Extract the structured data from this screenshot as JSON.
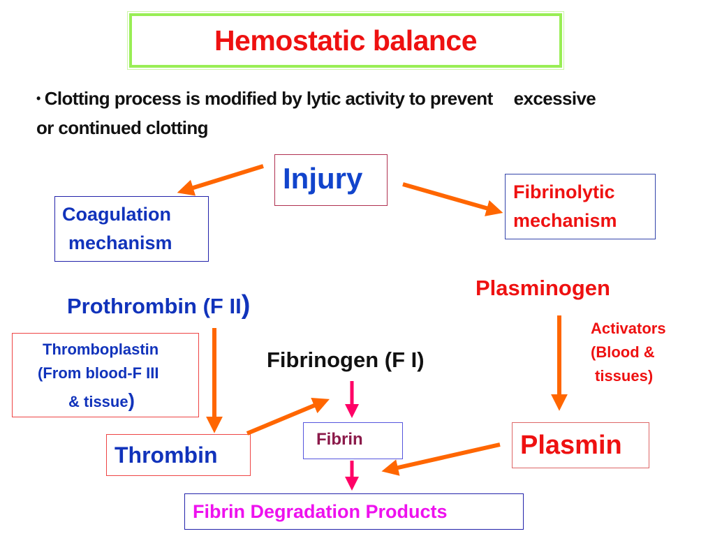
{
  "title": "Hemostatic balance",
  "intro": {
    "bullet": "•",
    "line1_a": "Clotting process is modified by lytic activity to prevent",
    "line1_b": "excessive",
    "line2": "or continued clotting"
  },
  "nodes": {
    "injury": "Injury",
    "coagulation_line1": "Coagulation",
    "coagulation_line2": "mechanism",
    "fibrinolytic_line1": "Fibrinolytic",
    "fibrinolytic_line2": "mechanism",
    "prothrombin": "Prothrombin (F II",
    "prothrombin_paren": ")",
    "thromboplastin_line1": "Thromboplastin",
    "thromboplastin_line2": "(From blood-F III",
    "thromboplastin_line3": "& tissue",
    "thromboplastin_paren": ")",
    "thrombin": "Thrombin",
    "fibrinogen": "Fibrinogen (F I)",
    "fibrin": "Fibrin",
    "fdp": "Fibrin Degradation Products",
    "plasminogen": "Plasminogen",
    "activators_line1": "Activators",
    "activators_line2": "(Blood &",
    "activators_line3": "tissues)",
    "plasmin": "Plasmin"
  },
  "colors": {
    "orange_arrow": "#ff6600",
    "pink_arrow": "#ff0066",
    "title_red": "#ee1111",
    "node_blue": "#1133bb",
    "title_border": "#99ee55"
  },
  "edges": [
    {
      "from": "injury",
      "to": "coagulation-mechanism"
    },
    {
      "from": "injury",
      "to": "fibrinolytic-mechanism"
    },
    {
      "from": "prothrombin",
      "to": "thrombin"
    },
    {
      "from": "thrombin",
      "to": "fibrinogen-conversion"
    },
    {
      "from": "fibrinogen",
      "to": "fibrin"
    },
    {
      "from": "plasminogen",
      "to": "plasmin"
    },
    {
      "from": "plasmin",
      "to": "fibrin-degradation"
    },
    {
      "from": "fibrin",
      "to": "fibrin-degradation-products"
    }
  ]
}
